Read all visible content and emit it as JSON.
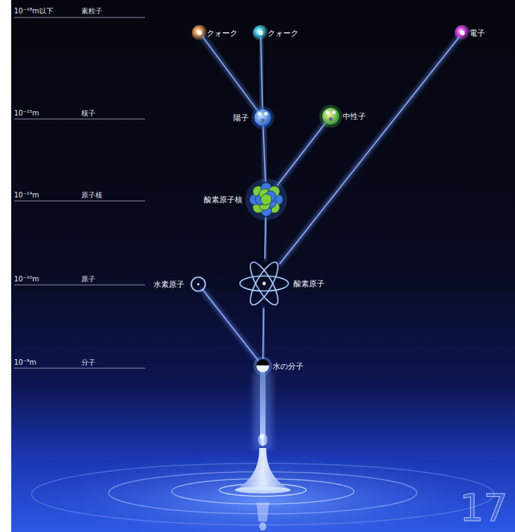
{
  "diagram": {
    "nodes": [
      {
        "text": [
          "クォーク"
        ]
      },
      {
        "text": [
          "クォーク"
        ]
      },
      {
        "text": [
          "電子"
        ]
      },
      {
        "text": [
          "陽子"
        ]
      },
      {
        "text": [
          "中性子"
        ]
      },
      {
        "text": [
          "酸素原子核"
        ]
      },
      {
        "text": [
          "水素原子"
        ]
      },
      {
        "text": [
          "酸素原子"
        ]
      },
      {
        "text": [
          "水の分子"
        ]
      }
    ],
    "edges": [
      {
        "from": 0,
        "to": 3,
        "arrow": "none"
      },
      {
        "from": 1,
        "to": 3,
        "arrow": "none"
      },
      {
        "from": 3,
        "to": 5,
        "arrow": "none"
      },
      {
        "from": 4,
        "to": 5,
        "arrow": "none"
      },
      {
        "from": 5,
        "to": 7,
        "arrow": "none"
      },
      {
        "from": 2,
        "to": 7,
        "arrow": "none"
      },
      {
        "from": 6,
        "to": 8,
        "arrow": "none"
      },
      {
        "from": 7,
        "to": 8,
        "arrow": "none"
      }
    ],
    "labels": [
      "10⁻¹⁸m以下",
      "素粒子",
      "10⁻¹⁵m",
      "核子",
      "10⁻¹⁴m",
      "原子核",
      "10⁻¹⁰m",
      "原子",
      "10⁻⁹m",
      "分子",
      "17"
    ]
  }
}
